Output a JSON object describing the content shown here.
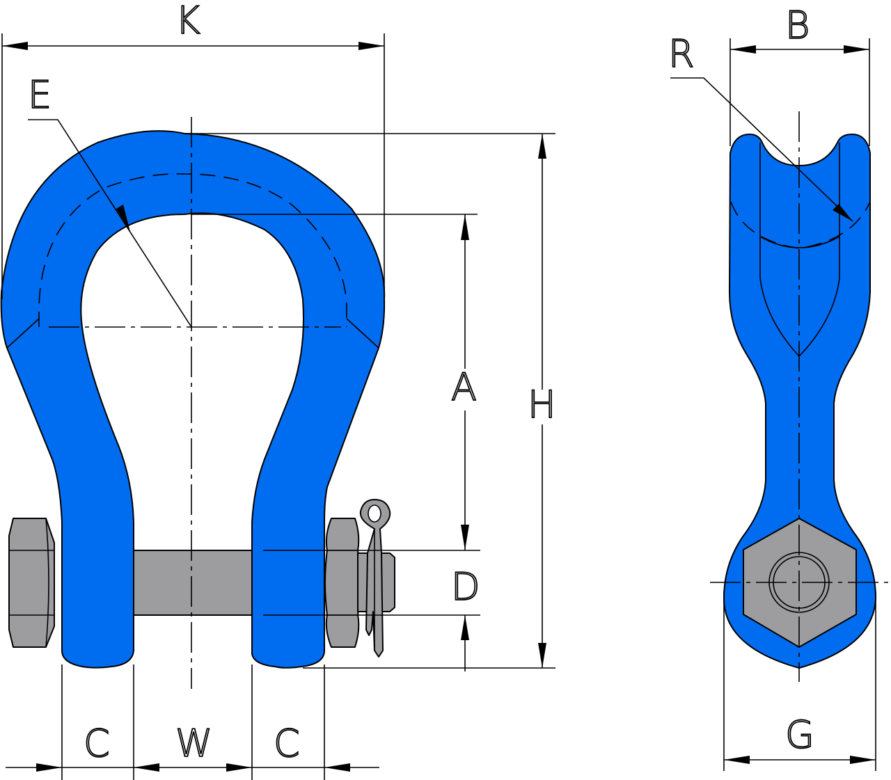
{
  "diagram": {
    "subject": "Bow shackle with safety bolt – dimension drawing",
    "views": [
      {
        "name": "front-view",
        "description": "Bow shackle front view with bolt, nut and cotter pin"
      },
      {
        "name": "side-view",
        "description": "Side view showing crown radius and bolt head"
      }
    ],
    "colors": {
      "body": "#006cf0",
      "metal": "#9d9d9f",
      "lines": "#000000",
      "background": "#ffffff"
    }
  },
  "dimensions": {
    "K": {
      "label": "K",
      "meaning": "overall outer width of bow"
    },
    "E": {
      "label": "E",
      "meaning": "inner crown radius leader"
    },
    "A": {
      "label": "A",
      "meaning": "inside length (crown to pin)"
    },
    "H": {
      "label": "H",
      "meaning": "overall height"
    },
    "D": {
      "label": "D",
      "meaning": "pin diameter"
    },
    "C_left": {
      "label": "C",
      "meaning": "eye thickness (left)"
    },
    "W": {
      "label": "W",
      "meaning": "inside width at pin"
    },
    "C_right": {
      "label": "C",
      "meaning": "eye thickness (right)"
    },
    "B": {
      "label": "B",
      "meaning": "crown width (side view)"
    },
    "R": {
      "label": "R",
      "meaning": "crown radius (side view)"
    },
    "G": {
      "label": "G",
      "meaning": "eye outer diameter (side view)"
    }
  }
}
